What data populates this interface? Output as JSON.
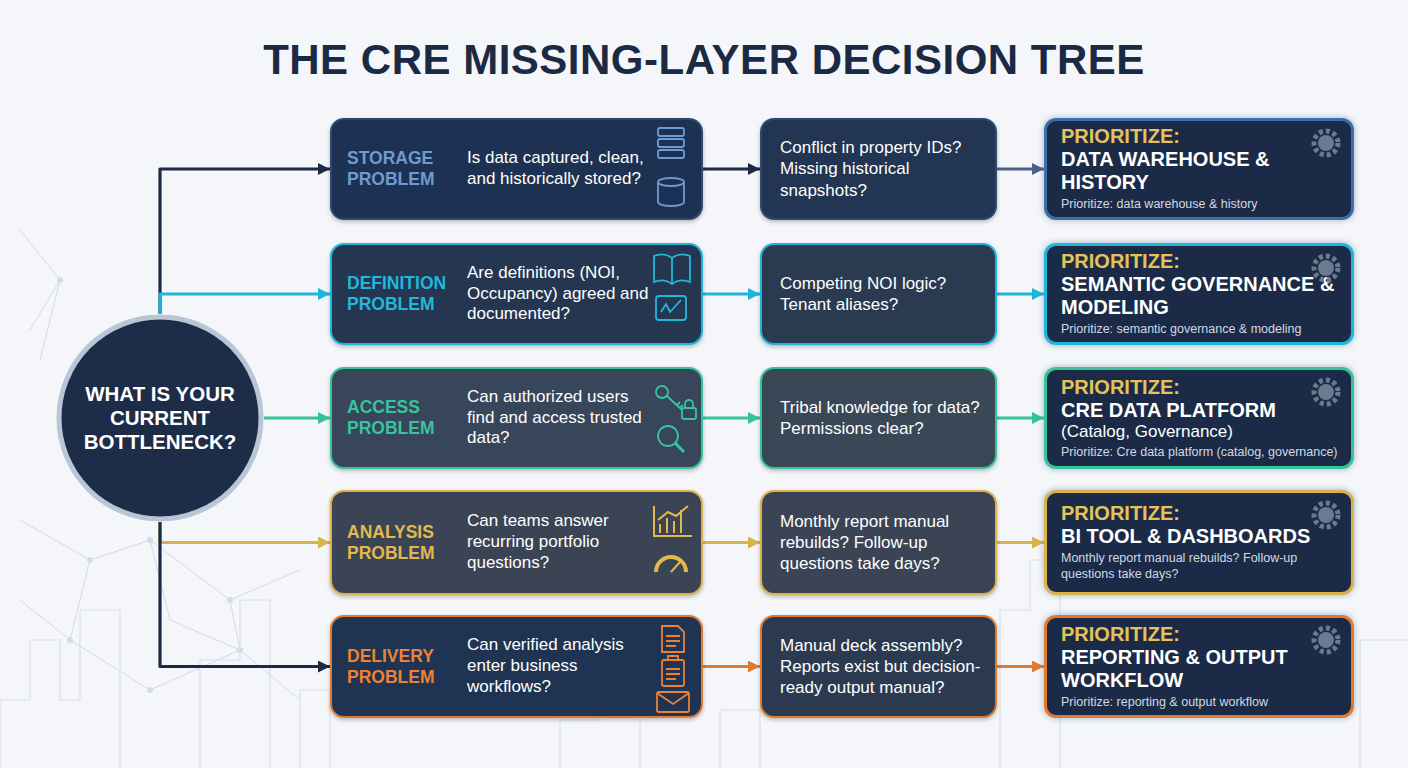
{
  "diagram": {
    "title": "THE CRE MISSING-LAYER DECISION TREE",
    "nodes": [
      {
        "text": [
          "WHAT IS YOUR CURRENT BOTTLENECK?"
        ]
      },
      {
        "text": [
          "STORAGE PROBLEM",
          "Is data captured, clean, and historically stored?"
        ]
      },
      {
        "text": [
          "Conflict in property IDs? Missing historical snapshots?"
        ]
      },
      {
        "text": [
          "PRIORITIZE:",
          "DATA WAREHOUSE & HISTORY",
          "Prioritize: data warehouse & history"
        ]
      },
      {
        "text": [
          "DEFINITION PROBLEM",
          "Are definitions (NOI, Occupancy) agreed and documented?"
        ]
      },
      {
        "text": [
          "Competing NOI logic? Tenant aliases?"
        ]
      },
      {
        "text": [
          "PRIORITIZE:",
          "SEMANTIC GOVERNANCE & MODELING",
          "Prioritize: semantic governance & modeling"
        ]
      },
      {
        "text": [
          "ACCESS PROBLEM",
          "Can authorized users find and access trusted data?"
        ]
      },
      {
        "text": [
          "Tribal knowledge for data? Permissions clear?"
        ]
      },
      {
        "text": [
          "PRIORITIZE:",
          "CRE DATA PLATFORM",
          "(Catalog, Governance)",
          "Prioritize: Cre data platform (catalog, governance)"
        ]
      },
      {
        "text": [
          "ANALYSIS PROBLEM",
          "Can teams answer recurring portfolio questions?"
        ]
      },
      {
        "text": [
          "Monthly report manual rebuilds? Follow-up questions take days?"
        ]
      },
      {
        "text": [
          "PRIORITIZE:",
          "BI TOOL & DASHBOARDS",
          "Monthly report manual rebuilds? Follow-up questions take days?"
        ]
      },
      {
        "text": [
          "DELIVERY PROBLEM",
          "Can verified analysis enter business workflows?"
        ]
      },
      {
        "text": [
          "Manual deck assembly? Reports exist but decision-ready output manual?"
        ]
      },
      {
        "text": [
          "PRIORITIZE:",
          "REPORTING & OUTPUT WORKFLOW",
          "Prioritize: reporting & output workflow"
        ]
      }
    ],
    "edges": [
      {
        "from": 0,
        "to": 1,
        "arrow": "to"
      },
      {
        "from": 1,
        "to": 2,
        "arrow": "to"
      },
      {
        "from": 2,
        "to": 3,
        "arrow": "to"
      },
      {
        "from": 0,
        "to": 4,
        "arrow": "to"
      },
      {
        "from": 4,
        "to": 5,
        "arrow": "to"
      },
      {
        "from": 5,
        "to": 6,
        "arrow": "to"
      },
      {
        "from": 0,
        "to": 7,
        "arrow": "to"
      },
      {
        "from": 7,
        "to": 8,
        "arrow": "to"
      },
      {
        "from": 8,
        "to": 9,
        "arrow": "to"
      },
      {
        "from": 0,
        "to": 10,
        "arrow": "to"
      },
      {
        "from": 10,
        "to": 11,
        "arrow": "to"
      },
      {
        "from": 11,
        "to": 12,
        "arrow": "to"
      },
      {
        "from": 0,
        "to": 13,
        "arrow": "to"
      },
      {
        "from": 13,
        "to": 14,
        "arrow": "to"
      },
      {
        "from": 14,
        "to": 15,
        "arrow": "to"
      }
    ]
  }
}
